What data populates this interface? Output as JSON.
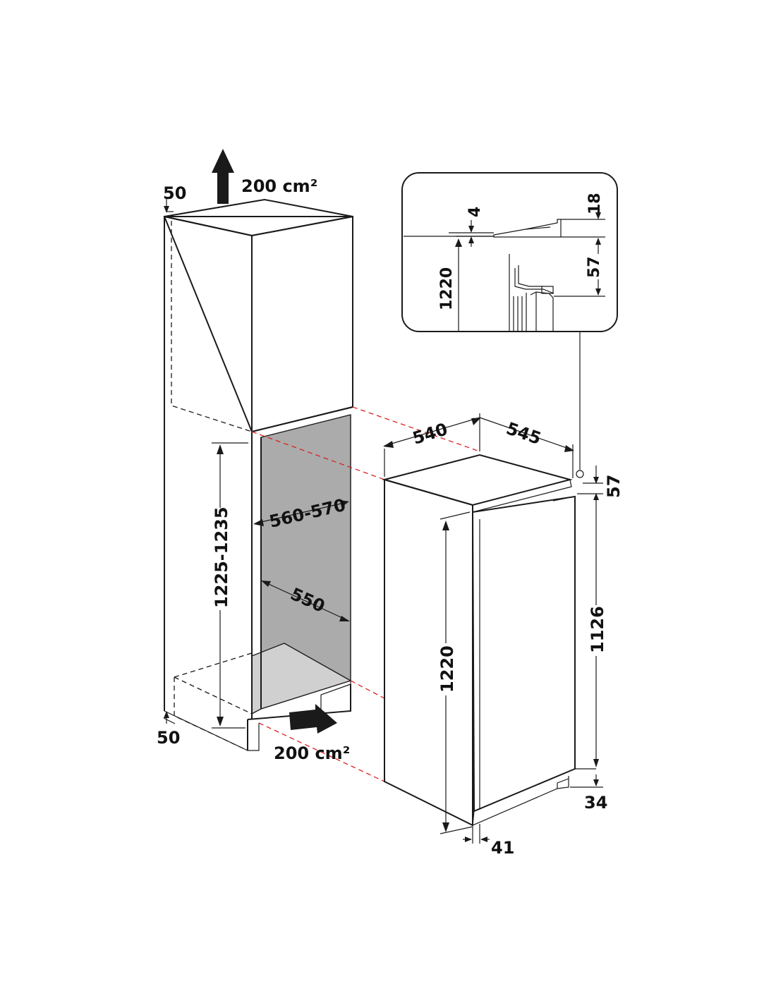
{
  "colors": {
    "line": "#1a1a1a",
    "guide_dashes": "#d9231f",
    "niche_back": "#ababab",
    "niche_floor": "#d0d0d0",
    "background": "#ffffff"
  },
  "icons": {
    "ventilation_out": "arrow-up-icon",
    "ventilation_in": "arrow-right-icon"
  },
  "cabinet": {
    "top_gap": "50",
    "bottom_gap": "50",
    "vent_top": "200 cm²",
    "vent_bottom": "200 cm²",
    "niche_height": "1225-1235",
    "niche_width": "560-570",
    "niche_depth": "550"
  },
  "appliance": {
    "width": "540",
    "depth": "545",
    "top_offset": "57",
    "door_height": "1126",
    "total_height": "1220",
    "bottom_offset": "34",
    "door_depth": "41"
  },
  "detail": {
    "height": "1220",
    "gap": "4",
    "hinge_top": "18",
    "hinge_mid": "57"
  }
}
